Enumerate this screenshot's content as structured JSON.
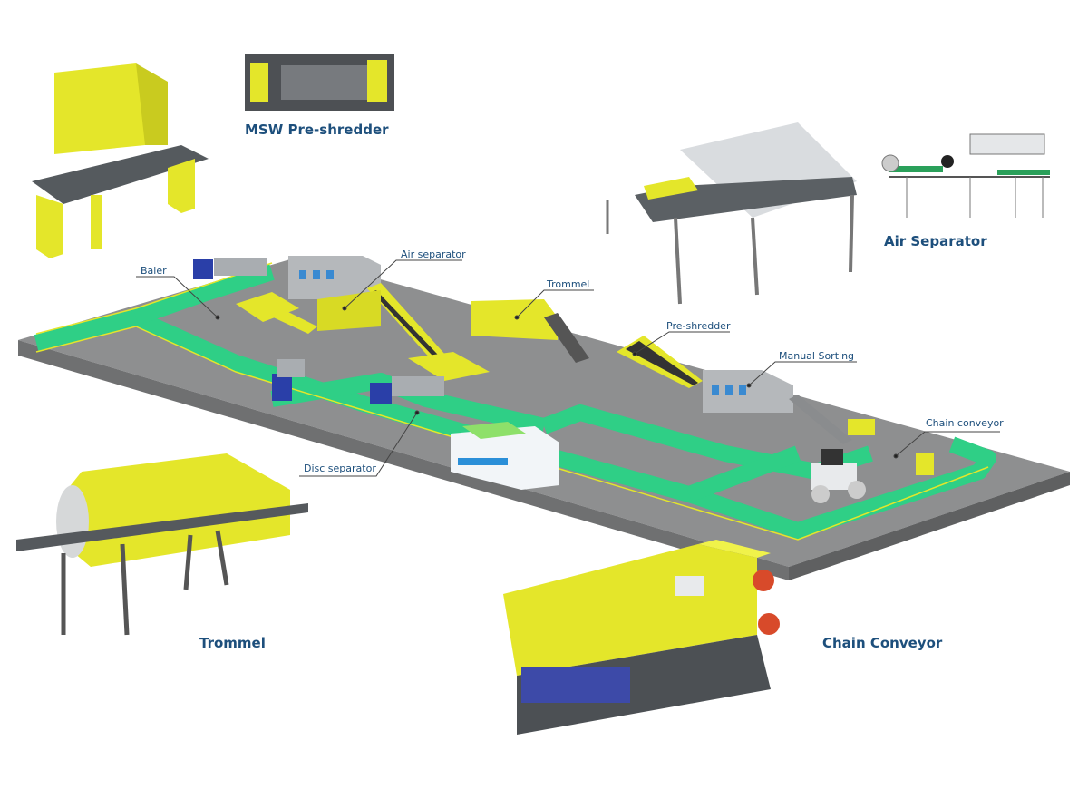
{
  "colors": {
    "machine_yellow": "#e4e62a",
    "floor_gray": "#8e8f90",
    "walkway_green": "#2fcf86",
    "label_blue": "#1d4f7c",
    "truck_blue": "#2a3fa8"
  },
  "featured_machines": {
    "msw_pre_shredder": "MSW Pre-shredder",
    "air_separator": "Air Separator",
    "trommel": "Trommel",
    "chain_conveyor": "Chain Conveyor"
  },
  "plant_callouts": {
    "baler": "Baler",
    "air_separator": "Air separator",
    "trommel": "Trommel",
    "pre_shredder": "Pre-shredder",
    "manual_sorting": "Manual Sorting",
    "chain_conveyor": "Chain conveyor",
    "disc_separator": "Disc separator"
  }
}
